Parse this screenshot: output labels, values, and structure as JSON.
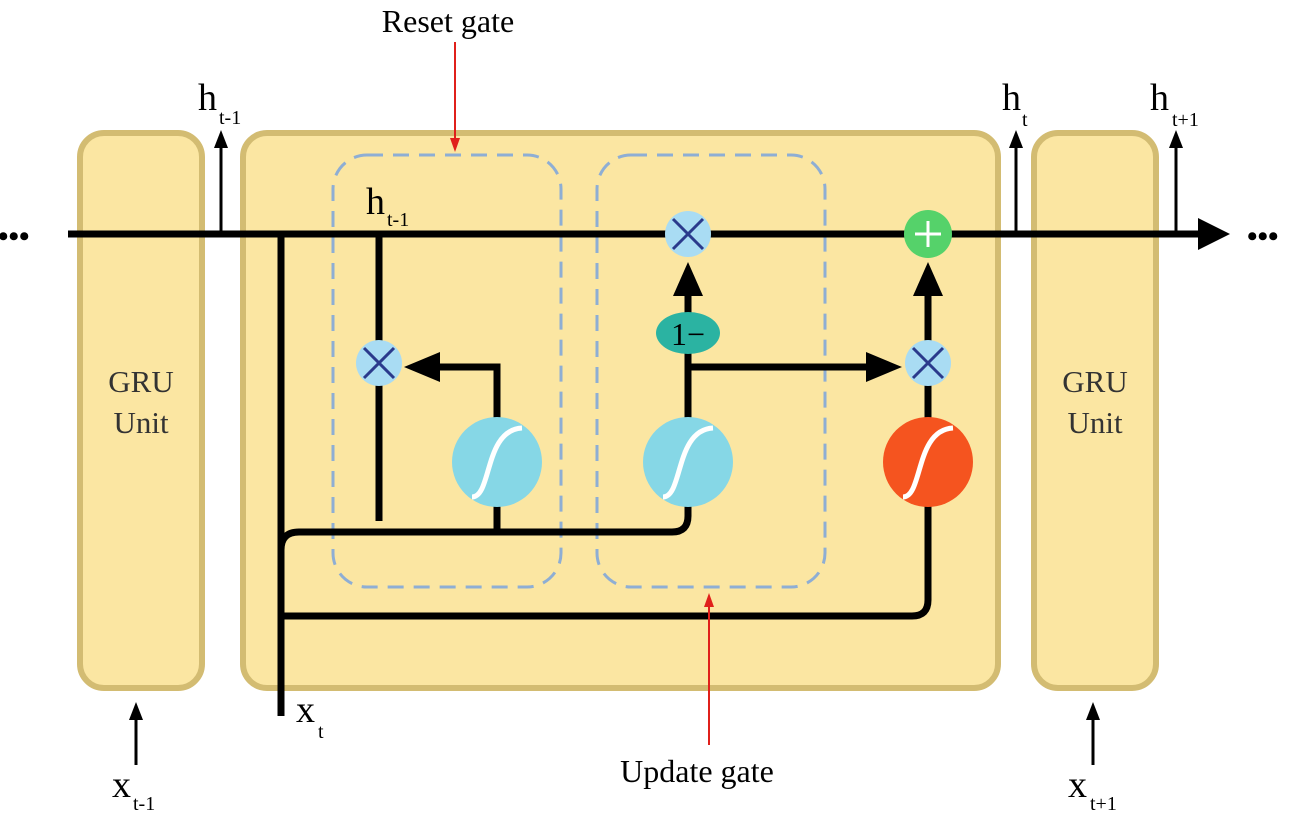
{
  "labels": {
    "reset_gate": "Reset gate",
    "update_gate": "Update gate",
    "left_unit_line1": "GRU",
    "left_unit_line2": "Unit",
    "right_unit_line1": "GRU",
    "right_unit_line2": "Unit",
    "one_minus": "1−",
    "ellipsis": "•••",
    "h_prev_main": "h",
    "h_prev_main_sub": "t-1",
    "h_prev_inner": "h",
    "h_prev_inner_sub": "t-1",
    "h_cur": "h",
    "h_cur_sub": "t",
    "h_next": "h",
    "h_next_sub": "t+1",
    "x_prev": "x",
    "x_prev_sub": "t-1",
    "x_cur": "x",
    "x_cur_sub": "t",
    "x_next": "x",
    "x_next_sub": "t+1"
  },
  "colors": {
    "cell_fill": "#fbe6a2",
    "cell_border": "#d3bc72",
    "sigmoid_fill": "#86d7e6",
    "tanh_fill": "#f5541f",
    "multiply_fill": "#a9dcf3",
    "add_fill": "#55d26a",
    "one_minus_fill": "#2bb3a2",
    "gate_outline": "#8eaed4",
    "pointer": "#e0201b"
  }
}
